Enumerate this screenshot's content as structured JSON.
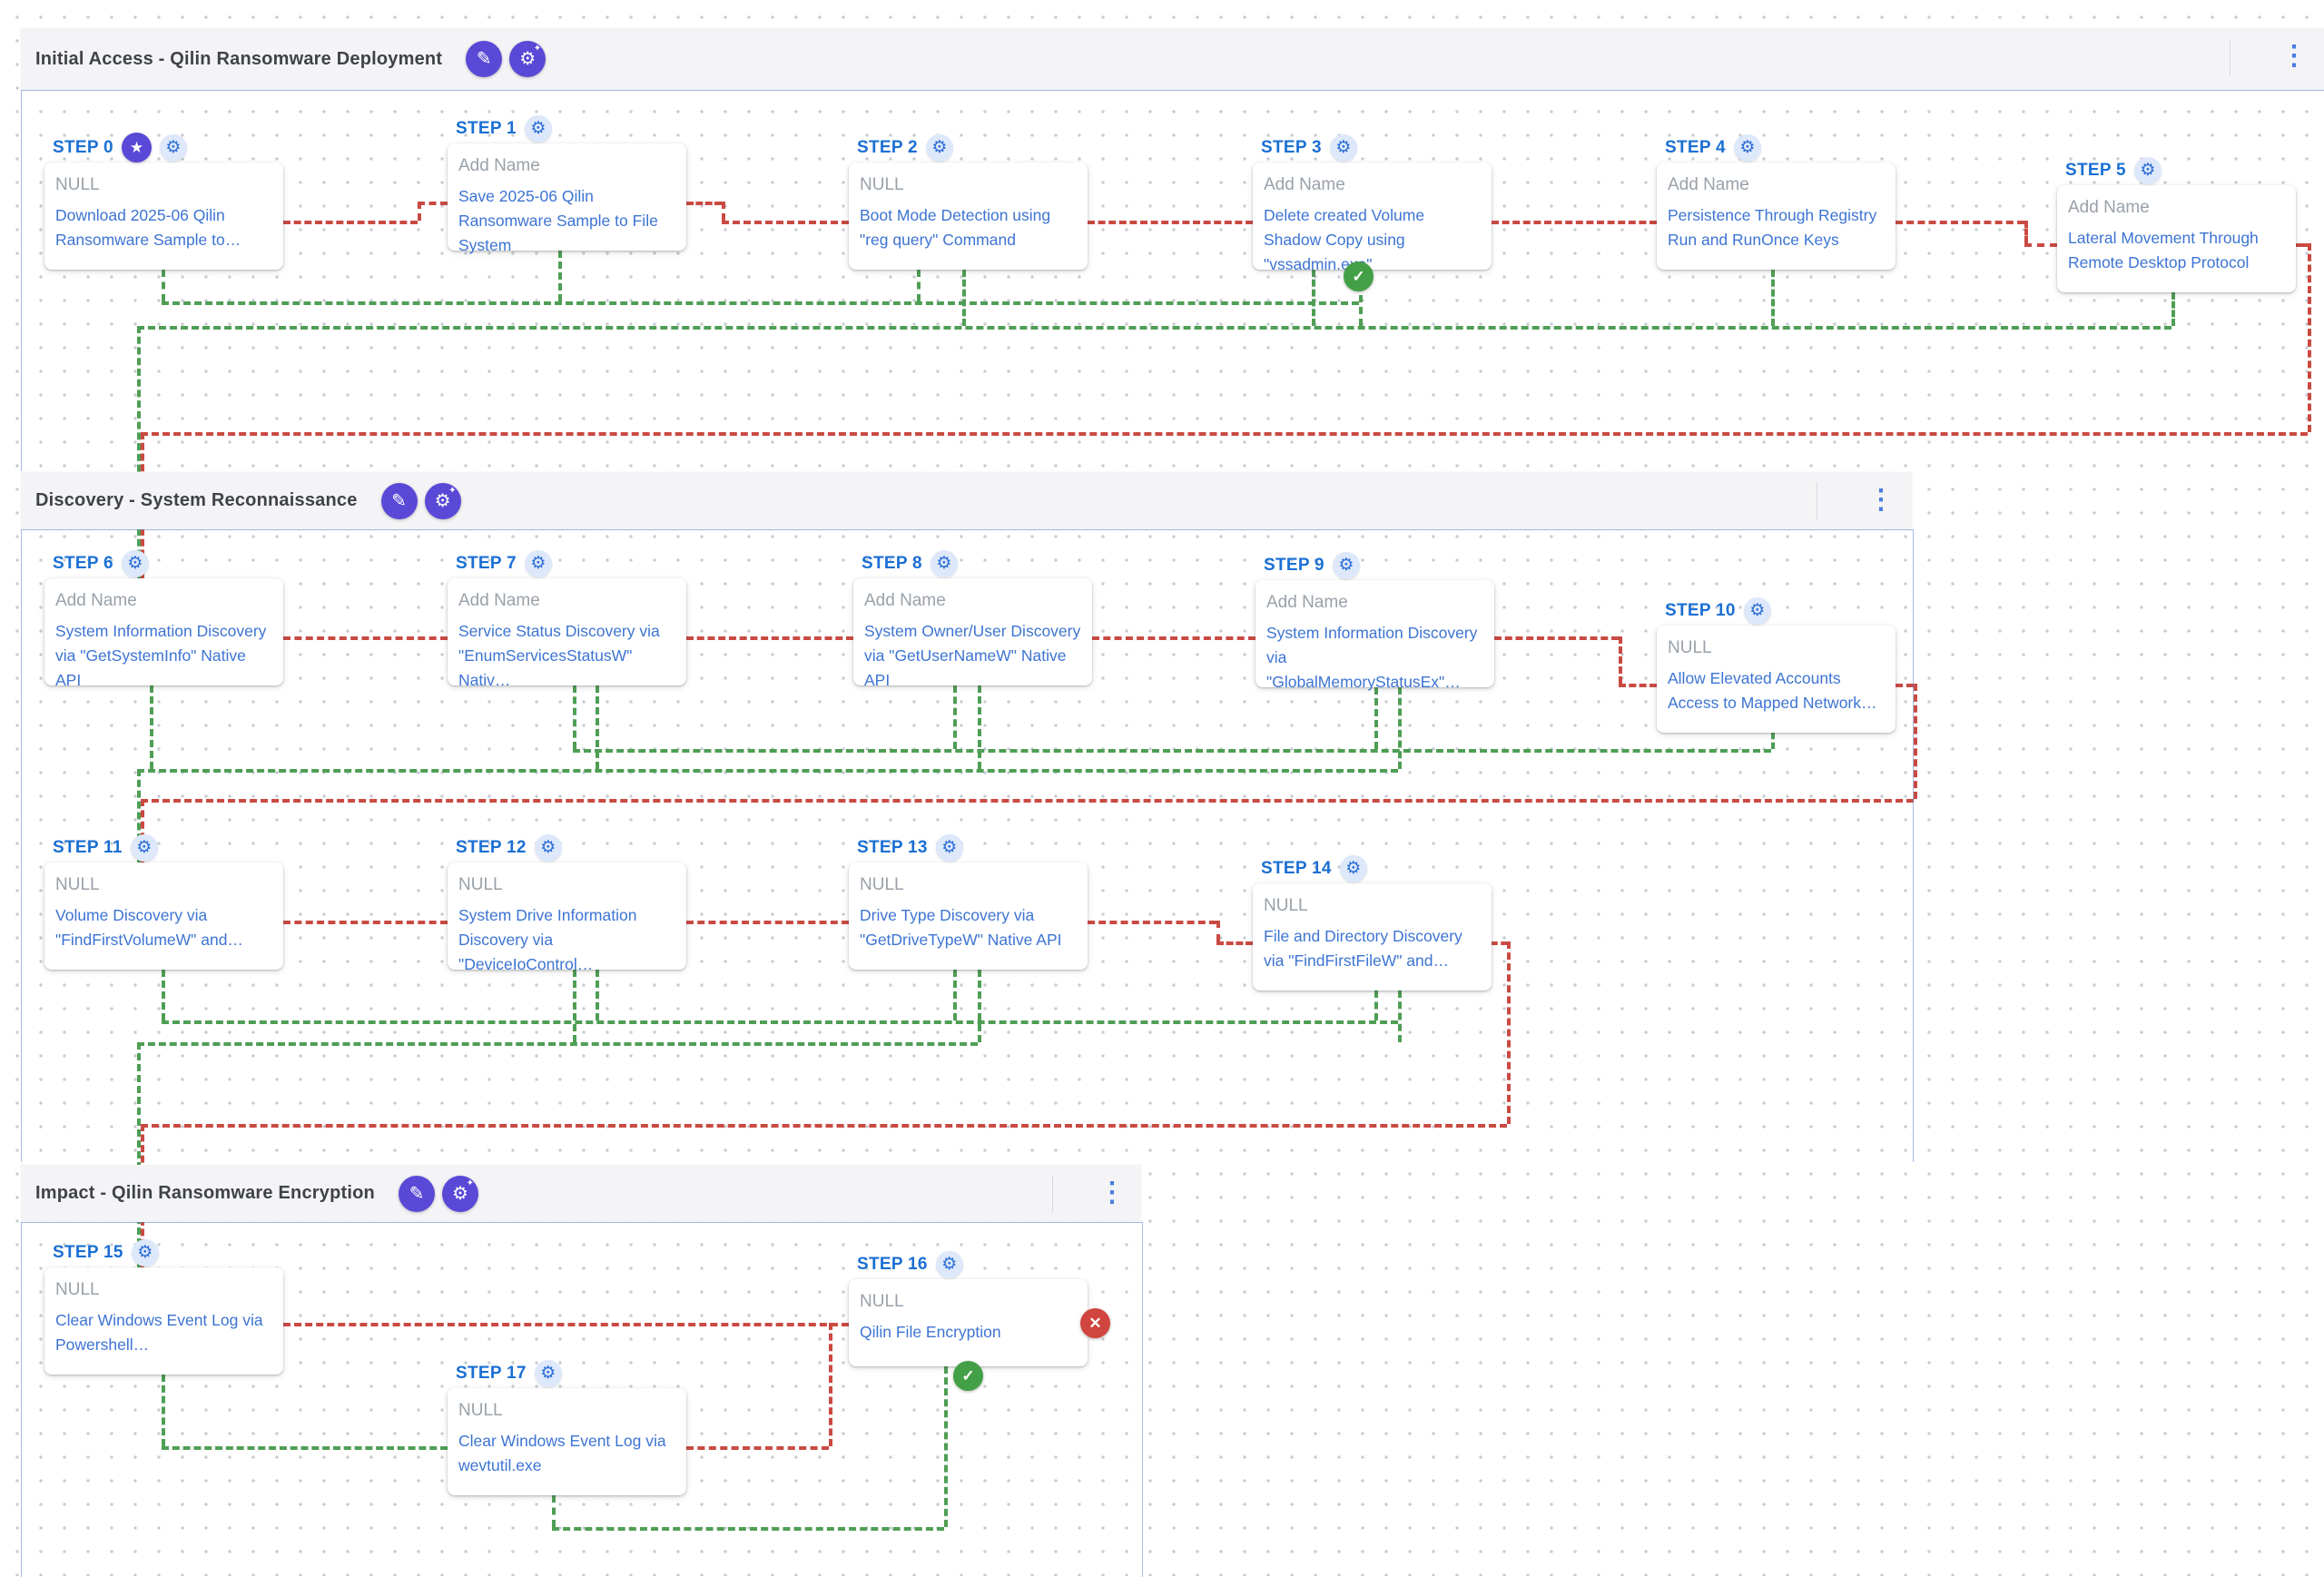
{
  "sections": [
    {
      "title": "Initial Access - Qilin Ransomware Deployment"
    },
    {
      "title": "Discovery - System Reconnaissance"
    },
    {
      "title": "Impact - Qilin Ransomware Encryption"
    }
  ],
  "icons": {
    "pencil": "✎",
    "gear": "⚙",
    "sparkle": "✦",
    "kebab": "⋮",
    "star": "★",
    "check": "✓",
    "cross": "✕"
  },
  "colors": {
    "accent_purple": "#5a49d6",
    "step_label_blue": "#1b6fd3",
    "action_link_blue": "#3d74d3",
    "muted_name_gray": "#99a1a9",
    "red_path": "#c94a42",
    "green_path": "#4f9e55",
    "success_green": "#43a047",
    "failure_red": "#d0453e",
    "header_gray": "#f4f4f6",
    "section_border_blue": "#5a85cd"
  },
  "steps": [
    {
      "label": "STEP 0",
      "name": "NULL",
      "action": "Download 2025-06 Qilin Ransomware Sample to…"
    },
    {
      "label": "STEP 1",
      "name": "Add Name",
      "action": "Save 2025-06 Qilin Ransomware Sample to File System"
    },
    {
      "label": "STEP 2",
      "name": "NULL",
      "action": "Boot Mode Detection using \"reg query\" Command"
    },
    {
      "label": "STEP 3",
      "name": "Add Name",
      "action": "Delete created Volume Shadow Copy using \"vssadmin.exe\""
    },
    {
      "label": "STEP 4",
      "name": "Add Name",
      "action": "Persistence Through Registry Run and RunOnce Keys"
    },
    {
      "label": "STEP 5",
      "name": "Add Name",
      "action": "Lateral Movement Through Remote Desktop Protocol"
    },
    {
      "label": "STEP 6",
      "name": "Add Name",
      "action": "System Information Discovery via \"GetSystemInfo\" Native API"
    },
    {
      "label": "STEP 7",
      "name": "Add Name",
      "action": "Service Status Discovery via \"EnumServicesStatusW\" Nativ…"
    },
    {
      "label": "STEP 8",
      "name": "Add Name",
      "action": "System Owner/User Discovery via \"GetUserNameW\" Native API"
    },
    {
      "label": "STEP 9",
      "name": "Add Name",
      "action": "System Information Discovery via \"GlobalMemoryStatusEx\"…"
    },
    {
      "label": "STEP 10",
      "name": "NULL",
      "action": "Allow Elevated Accounts Access to Mapped Network…"
    },
    {
      "label": "STEP 11",
      "name": "NULL",
      "action": "Volume Discovery via \"FindFirstVolumeW\" and…"
    },
    {
      "label": "STEP 12",
      "name": "NULL",
      "action": "System Drive Information Discovery via \"DeviceIoControl…"
    },
    {
      "label": "STEP 13",
      "name": "NULL",
      "action": "Drive Type Discovery via \"GetDriveTypeW\" Native API"
    },
    {
      "label": "STEP 14",
      "name": "NULL",
      "action": "File and Directory Discovery via \"FindFirstFileW\" and…"
    },
    {
      "label": "STEP 15",
      "name": "NULL",
      "action": "Clear Windows Event Log via Powershell…"
    },
    {
      "label": "STEP 16",
      "name": "NULL",
      "action": "Qilin File Encryption"
    },
    {
      "label": "STEP 17",
      "name": "NULL",
      "action": "Clear Windows Event Log via wevtutil.exe"
    }
  ],
  "statuses": {
    "step3": "success",
    "step16_right": "failed",
    "step16_bottom": "success"
  }
}
